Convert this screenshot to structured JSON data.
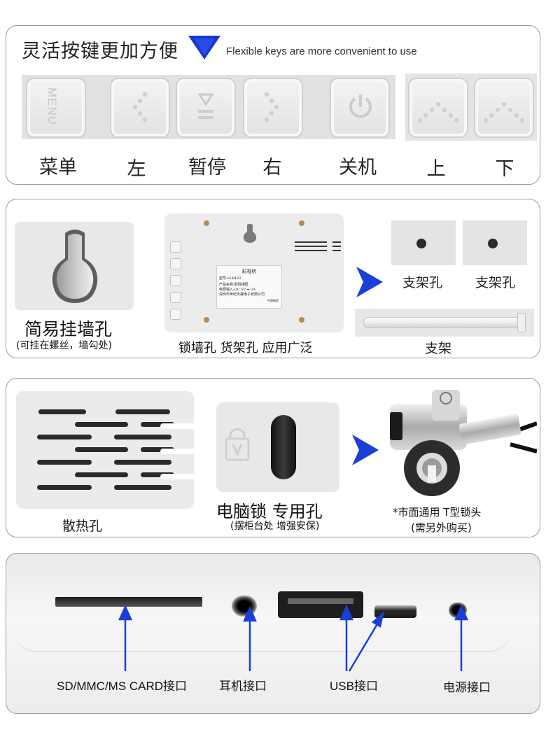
{
  "panel1": {
    "title_cn": "灵活按键更加方便",
    "title_en": "Flexible keys are more convenient to use",
    "keys": [
      {
        "label": "菜单",
        "face": "MENU"
      },
      {
        "label": "左"
      },
      {
        "label": "暂停"
      },
      {
        "label": "右"
      },
      {
        "label": "关机"
      },
      {
        "label": "上"
      },
      {
        "label": "下"
      }
    ]
  },
  "panel2": {
    "hang_hole_title": "简易挂墙孔",
    "hang_hole_note": "(可挂在螺丝，墙勾处)",
    "back_caption": "锁墙孔 货架孔 应用广泛",
    "sticker": {
      "title": "彩视听",
      "lines": [
        "型号:SLB102",
        "产品名称:数码相框",
        "电源输入:DC 5V ⎓ 2A",
        "深圳市世纪天晟电子有限公司"
      ],
      "footer": "中国制造"
    },
    "stand_hole_1": "支架孔",
    "stand_hole_2": "支架孔",
    "stand_label": "支架"
  },
  "panel3": {
    "vent_label": "散热孔",
    "lock_title": "电脑锁 专用孔",
    "lock_note": "(摆柜台处 增强安保)",
    "tlock_line1": "*市面通用 T型锁头",
    "tlock_line2": "(需另外购买)"
  },
  "panel4": {
    "ports": [
      {
        "label": "SD/MMC/MS CARD接口"
      },
      {
        "label": "耳机接口"
      },
      {
        "label": "USB接口"
      },
      {
        "label": "电源接口"
      }
    ]
  },
  "colors": {
    "accent_blue": "#1a3fd6",
    "panel_border": "#9a9a9a",
    "key_gray": "#e6e6e6"
  }
}
